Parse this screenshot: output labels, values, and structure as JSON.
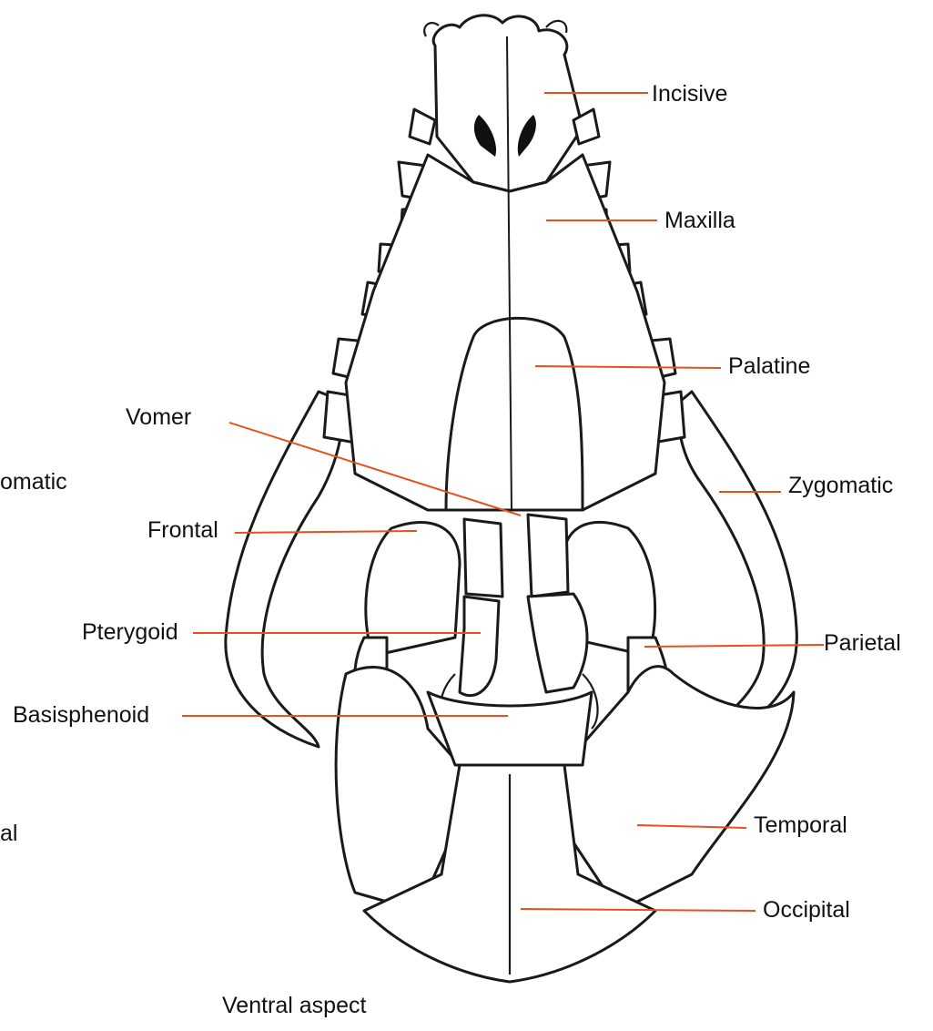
{
  "caption": "Ventral aspect",
  "colors": {
    "leader": "#e8501e",
    "outline": "#1a1a1a",
    "bone_dark": "#6e6e6e",
    "bone_mid": "#8a8a8a",
    "hatch": "#333333"
  },
  "labels": {
    "incisive": "Incisive",
    "maxilla": "Maxilla",
    "palatine": "Palatine",
    "vomer": "Vomer",
    "zygomatic": "Zygomatic",
    "zygomatic_cut": "omatic",
    "frontal": "Frontal",
    "pterygoid": "Pterygoid",
    "parietal": "Parietal",
    "basisphenoid": "Basisphenoid",
    "temporal": "Temporal",
    "temporal_cut": "al",
    "occipital": "Occipital"
  }
}
